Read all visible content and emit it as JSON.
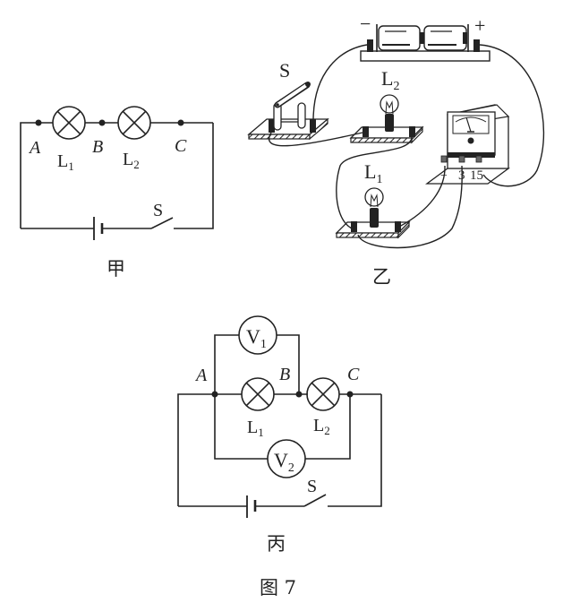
{
  "figure_caption": "图 7",
  "diagrams": {
    "jia": {
      "caption": "甲",
      "nodes": {
        "a": "A",
        "b": "B",
        "c": "C"
      },
      "lamps": {
        "l1": {
          "base": "L",
          "sub": "1"
        },
        "l2": {
          "base": "L",
          "sub": "2"
        }
      },
      "switch": "S"
    },
    "yi": {
      "caption": "乙",
      "switch": "S",
      "lamps": {
        "l1": {
          "base": "L",
          "sub": "1"
        },
        "l2": {
          "base": "L",
          "sub": "2"
        }
      },
      "battery": {
        "neg": "−",
        "pos": "+"
      },
      "voltmeter": {
        "symbol": "V",
        "terminals": [
          "−",
          "3",
          "15"
        ]
      }
    },
    "bing": {
      "caption": "丙",
      "nodes": {
        "a": "A",
        "b": "B",
        "c": "C"
      },
      "lamps": {
        "l1": {
          "base": "L",
          "sub": "1"
        },
        "l2": {
          "base": "L",
          "sub": "2"
        }
      },
      "voltmeters": {
        "v1": {
          "base": "V",
          "sub": "1"
        },
        "v2": {
          "base": "V",
          "sub": "2"
        }
      },
      "switch": "S"
    }
  }
}
